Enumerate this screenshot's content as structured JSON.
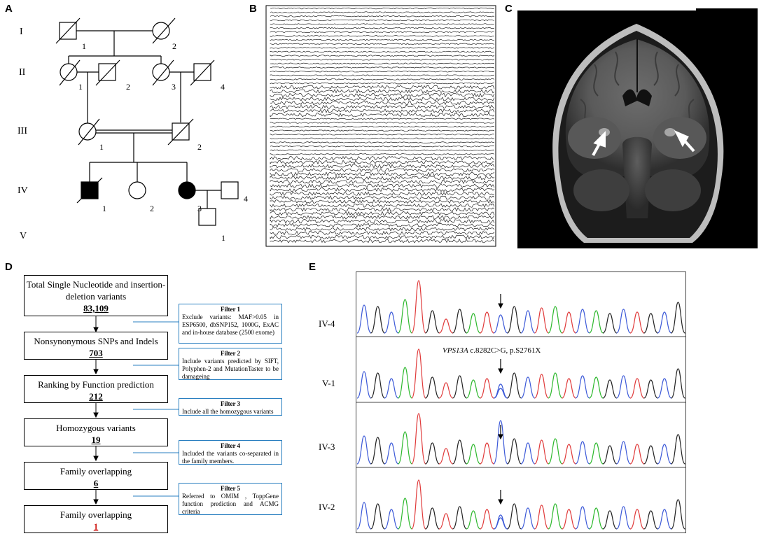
{
  "panels": {
    "a": "A",
    "b": "B",
    "c": "C",
    "d": "D",
    "e": "E"
  },
  "pedigree": {
    "generations": [
      "I",
      "II",
      "III",
      "IV",
      "V"
    ],
    "individuals": {
      "I1": "1",
      "I2": "2",
      "II1": "1",
      "II2": "2",
      "II3": "3",
      "II4": "4",
      "III1": "1",
      "III2": "2",
      "IV1": "1",
      "IV2": "2",
      "IV3": "3",
      "IV4": "4",
      "V1": "1"
    }
  },
  "flow": {
    "boxes": [
      {
        "text": "Total Single Nucleotide and insertion-deletion variants",
        "count": "83,109"
      },
      {
        "text": "Nonsynonymous SNPs and Indels",
        "count": "703"
      },
      {
        "text": "Ranking by Function prediction",
        "count": "212"
      },
      {
        "text": "Homozygous variants",
        "count": "19"
      },
      {
        "text": "Family overlapping",
        "count": "6"
      },
      {
        "text": "Family overlapping",
        "count": "1"
      }
    ],
    "filters": [
      {
        "title": "Filter 1",
        "text": "Exclude variants: MAF>0.05 in ESP6500, dbSNP152, 1000G, ExAC and in-house database (2500 exome)"
      },
      {
        "title": "Filter 2",
        "text": "Include variants predicted by SIFT, Polyphen-2 and MutationTaster to be damageing"
      },
      {
        "title": "Filter 3",
        "text": "Include all the homozygous variants"
      },
      {
        "title": "Filter 4",
        "text": "Included the variants co-separated in the family members."
      },
      {
        "title": "Filter 5",
        "text": "Referred to OMIM , ToppGene function prediction and ACMG criteria"
      }
    ]
  },
  "sequencing": {
    "rows": [
      "IV-4",
      "V-1",
      "IV-3",
      "IV-2"
    ],
    "gene": "VPS13A",
    "mutation": " c.8282C>G, p.S2761X"
  },
  "colors": {
    "accent_line": "#2a7fc0",
    "highlight_count": "#d0201c"
  }
}
